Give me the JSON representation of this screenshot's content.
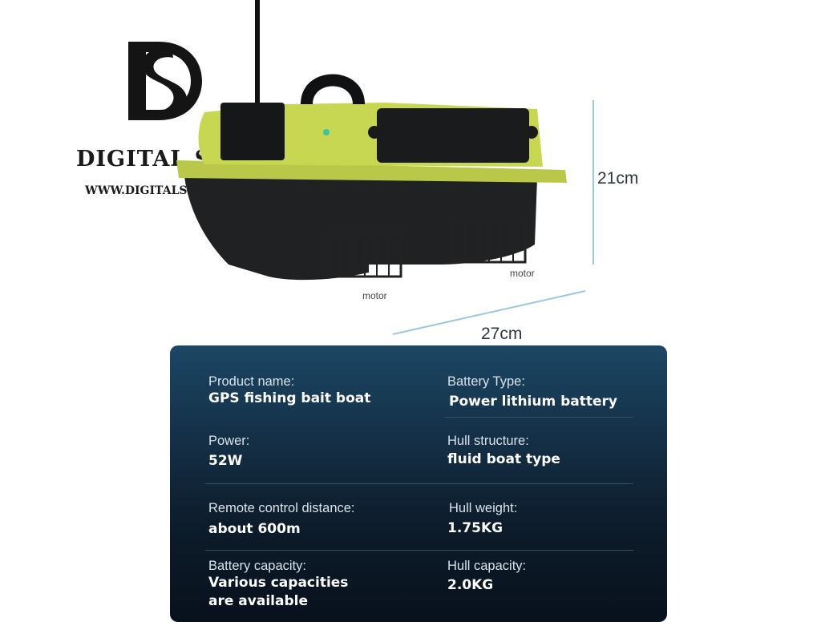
{
  "brand": {
    "name": "DIGITAL SHOP",
    "url": "WWW.DIGITALSHOP.SHOP"
  },
  "product_image": {
    "height_label": "21cm",
    "length_label": "27cm",
    "motor_left_label": "motor",
    "motor_right_label": "motor"
  },
  "specs": {
    "rows": [
      {
        "left": {
          "label": "Product name:",
          "value": "GPS fishing bait boat"
        },
        "right": {
          "label": "Battery Type:",
          "value": "Power lithium battery"
        }
      },
      {
        "left": {
          "label": "Power:",
          "value": "52W"
        },
        "right": {
          "label": "Hull structure:",
          "value": "fluid boat type"
        }
      },
      {
        "left": {
          "label": "Remote control distance:",
          "value": "about 600m"
        },
        "right": {
          "label": "Hull weight:",
          "value": "1.75KG"
        }
      },
      {
        "left": {
          "label": "Battery capacity:",
          "value": "Various capacities are available"
        },
        "right": {
          "label": "Hull capacity:",
          "value": "2.0KG"
        }
      }
    ]
  },
  "colors": {
    "hull_accent": "#c7d752",
    "hull_body": "#1f2122",
    "panel_dark": "#0d1c2b",
    "dimension_line": "#9cc7dd"
  }
}
